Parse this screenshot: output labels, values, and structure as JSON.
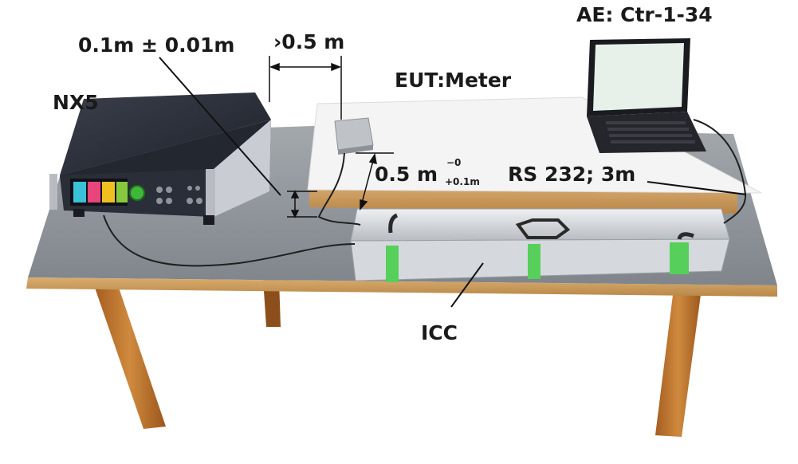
{
  "labels": {
    "ae": "AE: Ctr-1-34",
    "height_tol": "0.1m ± 0.01m",
    "horiz_dist": "›0.5 m",
    "eut": "EUT:Meter",
    "nx5": "NX5",
    "vert_dist": "0.5 m",
    "vert_dist_sup": "−0",
    "vert_dist_sub": "+0.1m",
    "rs232": "RS 232; 3m",
    "icc": "ICC"
  },
  "nx5_screen": {
    "tiles": [
      "#39c2d8",
      "#e8457c",
      "#f0c020",
      "#86c93f"
    ],
    "knob_color": "#3fb83a"
  },
  "colors": {
    "table_top": "#8e949a",
    "table_edge": "#c89a5a",
    "table_leg": "#b56a2a",
    "ground_plane": "#f2f2f2",
    "wood_base": "#c99a62",
    "device_body": "#2b2f38",
    "device_silver": "#c8ccd2",
    "clamp_green": "#56d05a"
  }
}
